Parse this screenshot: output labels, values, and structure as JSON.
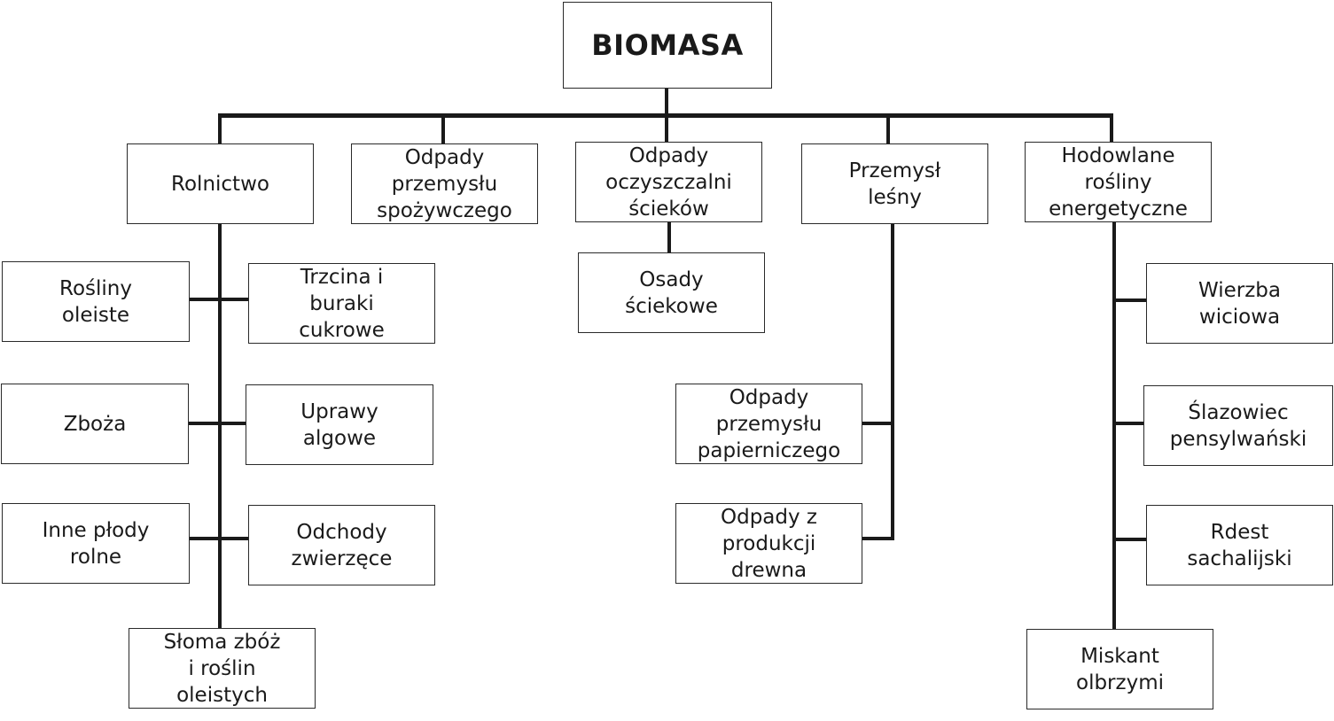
{
  "root": {
    "label": "BIOMASA"
  },
  "categories": [
    {
      "label": "Rolnictwo",
      "children": [
        "Rośliny\noleiste",
        "Trzcina i\nburaki\ncukrowe",
        "Zboża",
        "Uprawy\nalgowe",
        "Inne płody\nrolne",
        "Odchody\nzwierzęce",
        "Słoma zbóż\ni roślin\noleistych"
      ]
    },
    {
      "label": "Odpady\nprzemysłu\nspożywczego",
      "children": []
    },
    {
      "label": "Odpady\noczyszczalni\nścieków",
      "children": [
        "Osady\nściekowe"
      ]
    },
    {
      "label": "Przemysł\nleśny",
      "children": [
        "Odpady\nprzemysłu\npapierniczego",
        "Odpady z\nprodukcji\ndrewna"
      ]
    },
    {
      "label": "Hodowlane\nrośliny\nenergetyczne",
      "children": [
        "Wierzba\nwiciowa",
        "Ślazowiec\npensylwański",
        "Rdest\nsachalijski",
        "Miskant\nolbrzymi"
      ]
    }
  ],
  "colors": {
    "line": "#1a1a1a",
    "border": "#2a2a2a",
    "background": "#ffffff"
  }
}
